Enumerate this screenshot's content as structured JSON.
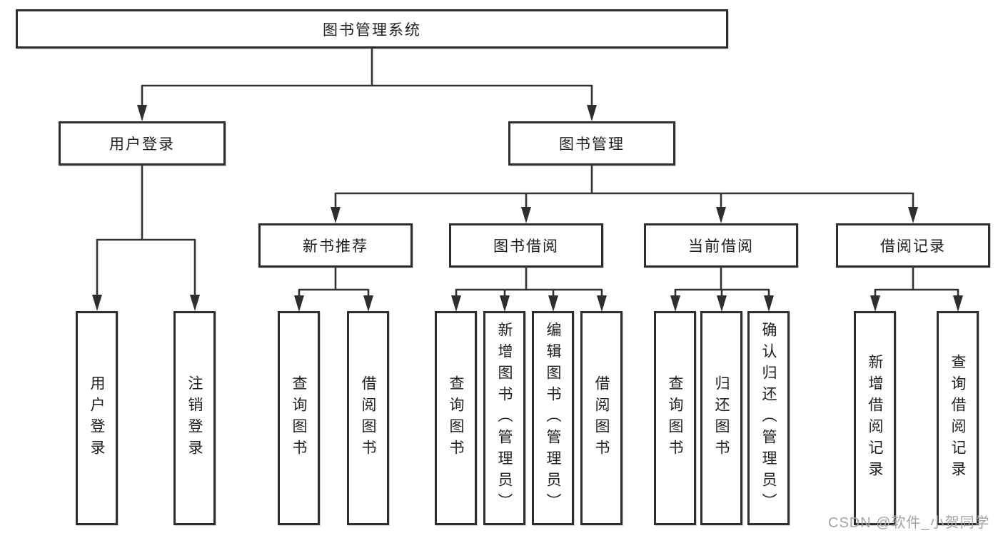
{
  "diagram": {
    "root": {
      "label": "图书管理系统"
    },
    "level2": [
      {
        "label": "用户登录"
      },
      {
        "label": "图书管理"
      }
    ],
    "level3": [
      {
        "label": "新书推荐"
      },
      {
        "label": "图书借阅"
      },
      {
        "label": "当前借阅"
      },
      {
        "label": "借阅记录"
      }
    ],
    "leaves": {
      "user_login": [
        "用户登录",
        "注销登录"
      ],
      "new_book_recommend": [
        "查询图书",
        "借阅图书"
      ],
      "book_borrowing": [
        "查询图书",
        "新增图书（管理员）",
        "编辑图书（管理员）",
        "借阅图书"
      ],
      "current_borrowing": [
        "查询图书",
        "归还图书",
        "确认归还（管理员）"
      ],
      "borrow_records": [
        "新增借阅记录",
        "查询借阅记录"
      ]
    }
  },
  "watermark": "CSDN @软件_小贺同学",
  "colors": {
    "line": "#333333",
    "box_border": "#2e2e2e",
    "text": "#1f1f1f",
    "watermark_text": "#a3a3a3",
    "background": "#ffffff"
  }
}
